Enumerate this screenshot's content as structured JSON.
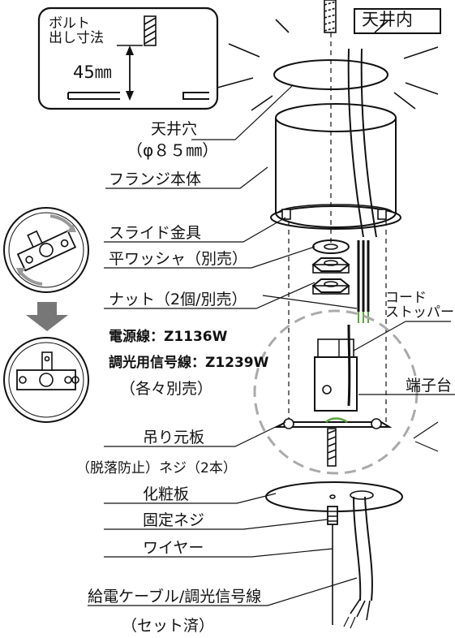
{
  "bolt_box": {
    "title_line1": "ボルト",
    "title_line2": "出し寸法",
    "dimension": "45㎜"
  },
  "ceiling_inside": "天井内",
  "labels": {
    "ceiling_hole": "天井穴",
    "ceiling_hole_size": "（φ８５㎜）",
    "flange_body": "フランジ本体",
    "slide_bracket": "スライド金具",
    "flat_washer": "平ワッシャ（別売）",
    "nut": "ナット（2個/別売）",
    "power_wire": "電源線：Z1136W",
    "dimming_wire": "調光用信号線：Z1239W",
    "sold_separately": "（各々別売）",
    "cord_stopper_1": "コード",
    "cord_stopper_2": "ストッパー",
    "terminal_block": "端子台",
    "hanging_plate": "吊り元板",
    "screws": "（脱落防止）ネジ（2本）",
    "cosmetic_plate": "化粧板",
    "fixing_screw": "固定ネジ",
    "wire": "ワイヤー",
    "supply_cable": "給電ケーブル/調光信号線",
    "set_included": "（セット済）"
  }
}
